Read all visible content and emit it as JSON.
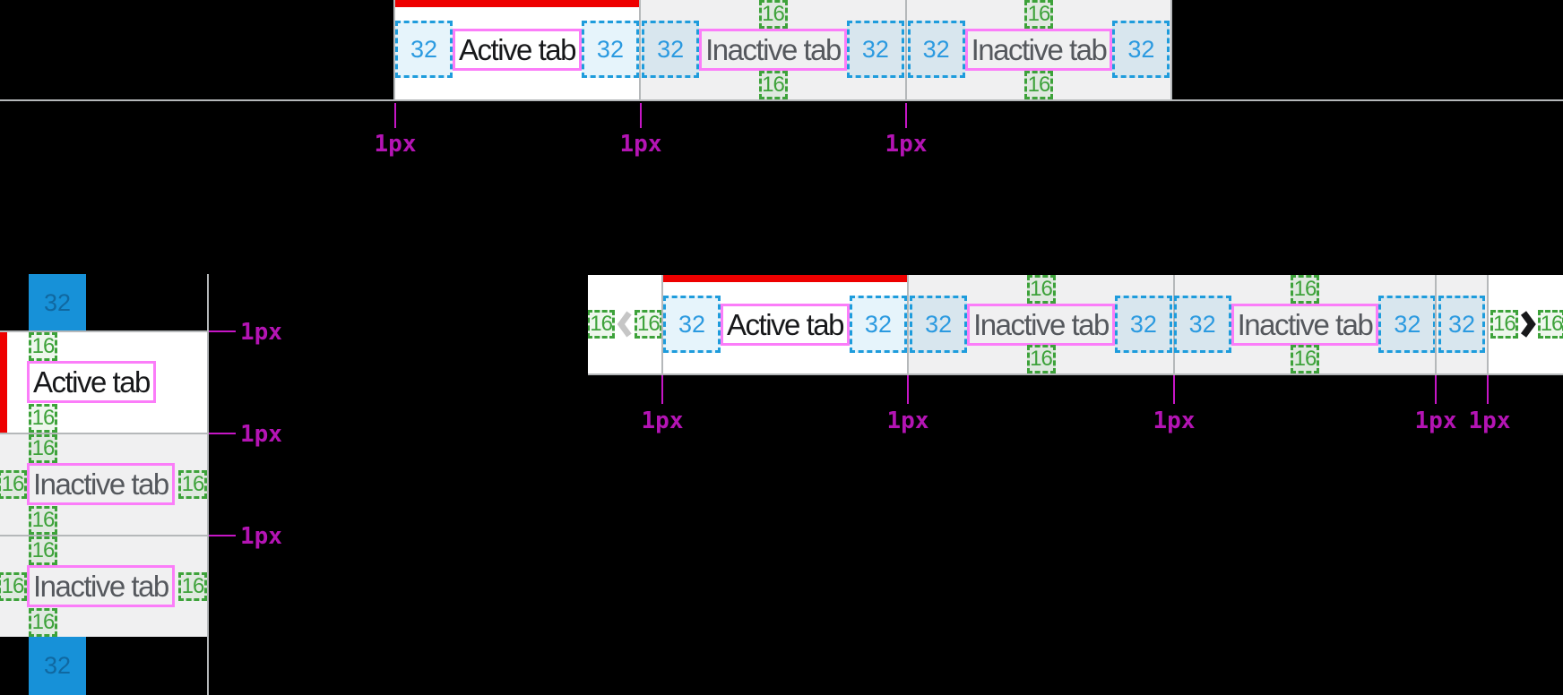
{
  "tab_labels": {
    "active": "Active tab",
    "inactive": "Inactive tab"
  },
  "annotations": {
    "spacing_32": "32",
    "spacing_16": "16",
    "border_1px": "1px"
  },
  "icons": {
    "scroll_left": "chevron-left",
    "scroll_right": "chevron-right"
  },
  "colors": {
    "accent_red": "#ee0000",
    "active_tab_bg": "#ffffff",
    "inactive_tab_bg": "#f0f0f1",
    "divider_gray": "#b5b8ba",
    "annotation_blue": "#1e9cdc",
    "annotation_green": "#3da23a",
    "label_box_magenta": "#fb7df9",
    "ruler_magenta": "#b414b4",
    "solid_spacer_blue": "#1791d8",
    "active_text": "#17181a",
    "inactive_text": "#55585d"
  },
  "sections": {
    "top_tab_bar": {
      "tabs": [
        {
          "label": "Active tab",
          "state": "active"
        },
        {
          "label": "Inactive tab",
          "state": "inactive"
        },
        {
          "label": "Inactive tab",
          "state": "inactive"
        }
      ],
      "rulers": [
        "1px",
        "1px",
        "1px"
      ]
    },
    "vertical_tab_list": {
      "tabs": [
        {
          "label": "Active tab",
          "state": "active"
        },
        {
          "label": "Inactive tab",
          "state": "inactive"
        },
        {
          "label": "Inactive tab",
          "state": "inactive"
        }
      ],
      "rulers": [
        "1px",
        "1px",
        "1px"
      ],
      "margin_blocks": [
        "32",
        "32"
      ]
    },
    "overflow_tab_bar": {
      "scroll_left_button": {
        "icon": "chevron-left",
        "state": "disabled"
      },
      "scroll_right_button": {
        "icon": "chevron-right",
        "state": "enabled"
      },
      "tabs": [
        {
          "label": "Active tab",
          "state": "active"
        },
        {
          "label": "Inactive tab",
          "state": "inactive"
        },
        {
          "label": "Inactive tab",
          "state": "inactive"
        }
      ],
      "rulers": [
        "1px",
        "1px",
        "1px",
        "1px",
        "1px"
      ]
    }
  }
}
